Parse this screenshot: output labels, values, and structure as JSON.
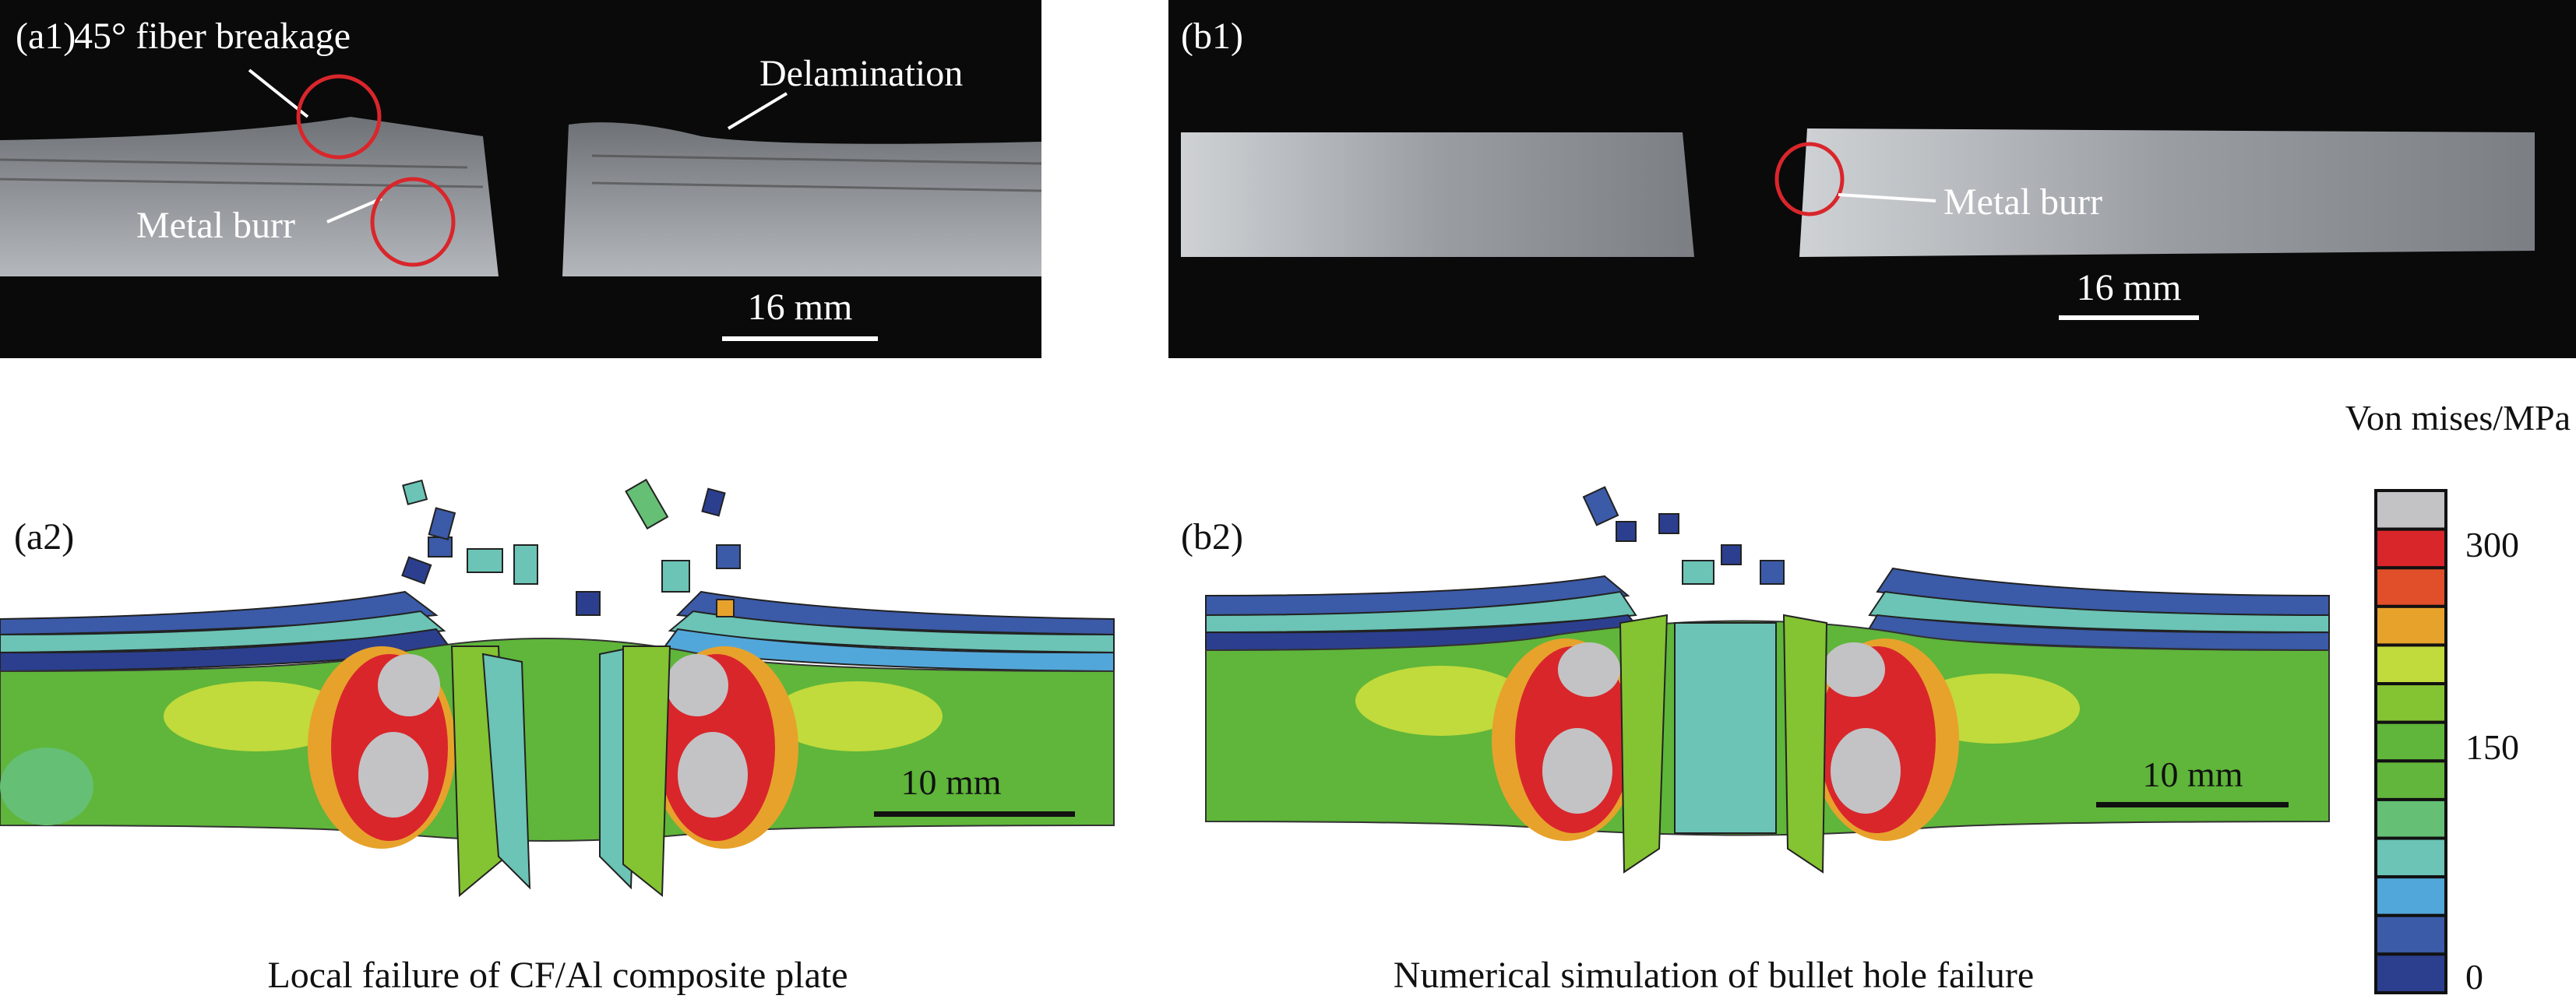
{
  "panels": {
    "a1": {
      "label": "(a1)",
      "annotations": {
        "fiber": "45° fiber breakage",
        "delamination": "Delamination",
        "burr": "Metal burr"
      },
      "scale_bar": "16 mm"
    },
    "b1": {
      "label": "(b1)",
      "annotations": {
        "burr": "Metal burr"
      },
      "scale_bar": "16 mm"
    },
    "a2": {
      "label": "(a2)",
      "scale_bar": "10 mm",
      "caption": "Local failure of CF/Al composite plate"
    },
    "b2": {
      "label": "(b2)",
      "scale_bar": "10 mm",
      "caption": "Numerical simulation of bullet hole failure"
    }
  },
  "colorbar": {
    "title": "Von mises/MPa",
    "ticks": [
      "300",
      "150",
      "0"
    ],
    "range": [
      0,
      300
    ],
    "colors": [
      "#c3c3c5",
      "#d9262b",
      "#e04f2a",
      "#e7a22c",
      "#c1da3c",
      "#84c332",
      "#5fb63a",
      "#62b63c",
      "#65bf74",
      "#6bc4b5",
      "#52a7da",
      "#3b5aa8",
      "#2c3f8f"
    ]
  },
  "accent": {
    "circle": "#d9262b",
    "ct_background": "#0a0a0a",
    "ct_plate": "#8c9096"
  }
}
